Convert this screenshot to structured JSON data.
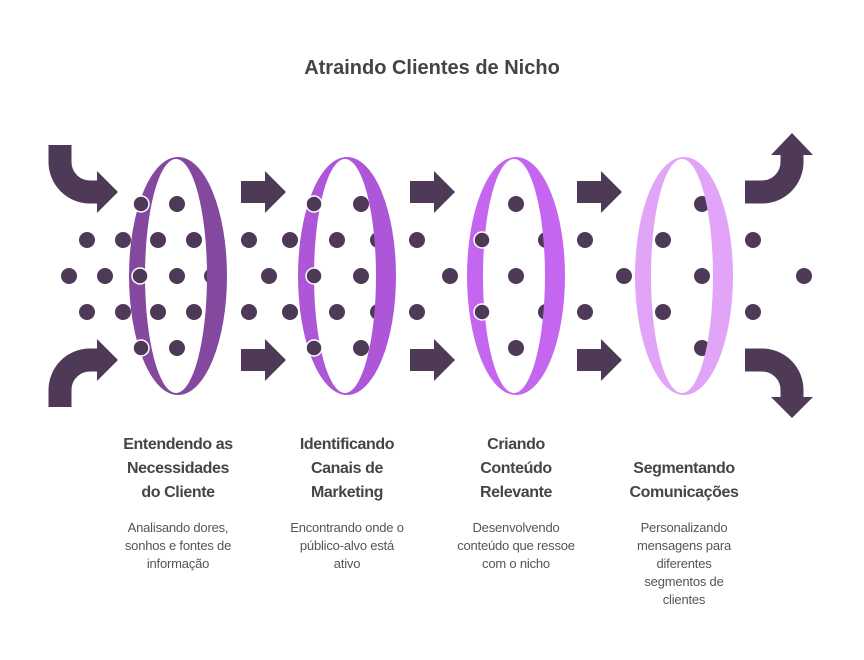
{
  "title": "Atraindo Clientes de Nicho",
  "colors": {
    "dot": "#4e3a57",
    "arrow": "#4e3a57",
    "rings": [
      "#84499f",
      "#ae56d8",
      "#c566f1",
      "#e1a4f7"
    ]
  },
  "stages": [
    {
      "heading": [
        "Entendendo as",
        "Necessidades",
        "do Cliente"
      ],
      "description": [
        "Analisando dores,",
        "sonhos e fontes de",
        "informação"
      ]
    },
    {
      "heading": [
        "Identificando",
        "Canais de",
        "Marketing"
      ],
      "description": [
        "Encontrando onde o",
        "público-alvo está",
        "ativo"
      ]
    },
    {
      "heading": [
        "Criando",
        "Conteúdo",
        "Relevante"
      ],
      "description": [
        "Desenvolvendo",
        "conteúdo que ressoe",
        "com o nicho"
      ]
    },
    {
      "heading": [
        "Segmentando",
        "Comunicações"
      ],
      "description": [
        "Personalizando",
        "mensagens para",
        "diferentes",
        "segmentos de",
        "clientes"
      ]
    }
  ]
}
